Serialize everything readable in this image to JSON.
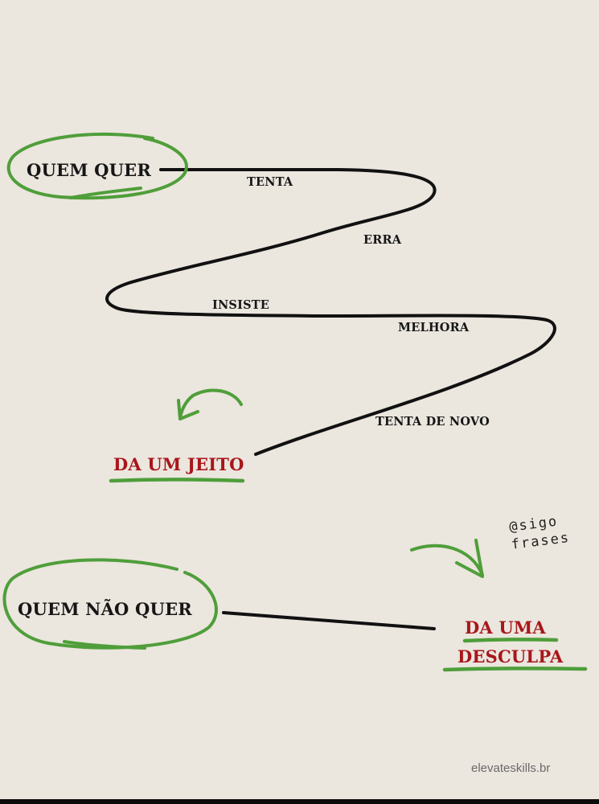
{
  "path_1": {
    "start_label": "QUEM QUER",
    "steps": [
      "TENTA",
      "ERRA",
      "INSISTE",
      "MELHORA",
      "TENTA DE NOVO"
    ],
    "result": "DA UM JEITO"
  },
  "path_2": {
    "start_label": "QUEM NÃO QUER",
    "result_line1": "DA UMA",
    "result_line2": "DESCULPA"
  },
  "handwritten_tag": {
    "line1": "@sigo",
    "line2": "frases"
  },
  "credit": "elevateskills.br",
  "colors": {
    "background": "#ebe6de",
    "green": "#4f9e3a",
    "red": "#a8161b",
    "ink": "#111111"
  }
}
